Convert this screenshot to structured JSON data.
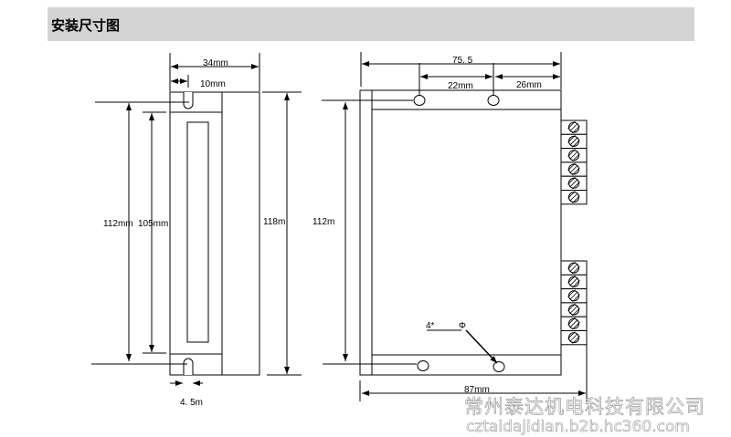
{
  "header": {
    "title": "安装尺寸图"
  },
  "side_view": {
    "width_label": "34mm",
    "slot_offset_label": "10mm",
    "hole_pitch_label": "112mm",
    "window_height_label": "105mm",
    "height_label": "118m",
    "slot_width_label": "4. 5m"
  },
  "front_view": {
    "overall_hole_label": "75. 5",
    "hole_spacing_label": "22mm",
    "right_offset_label": "26mm",
    "hole_pitch_label": "112m",
    "hole_note_count": "4*",
    "hole_note_symbol": "Φ",
    "overall_width_label": "87mm",
    "terminal_count_top": 6,
    "terminal_count_bottom": 6
  },
  "watermark": {
    "company": "常州泰达机电科技有限公司",
    "url": "cztaidajidian.b2b.hc360.com"
  }
}
